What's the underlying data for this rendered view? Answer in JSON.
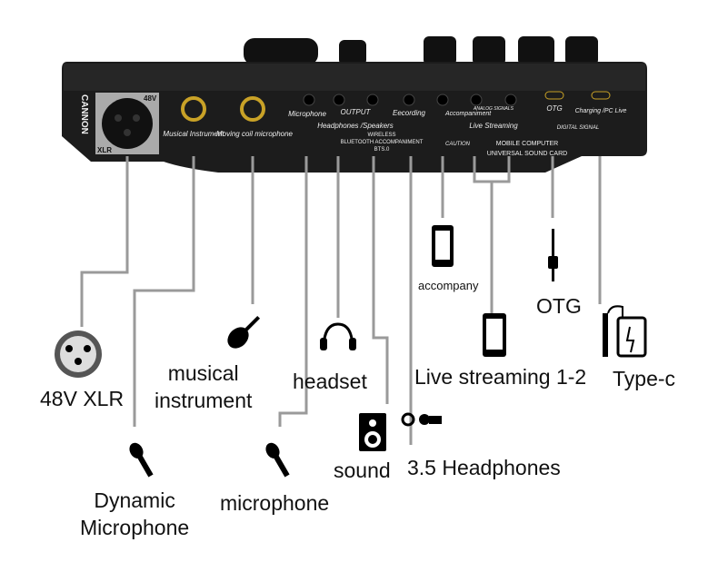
{
  "device": {
    "xlr_brand": "CANNON",
    "xlr_tag": "XLR",
    "phantom": "48V",
    "ports": [
      "Musical Instrument",
      "Moving coil microphone",
      "Microphone",
      "OUTPUT",
      "Headphones /Speakers",
      "Eecording",
      "Accompaniment",
      "ANALOG SIGNALS",
      "Live Streaming",
      "OTG",
      "Charging /PC Live",
      "DIGITAL SIGNAL"
    ],
    "wireless": [
      "WIRELESS",
      "BLUETOOTH ACCOMPANIMENT",
      "BTS.0"
    ],
    "caution": "CAUTION",
    "product": [
      "MOBILE COMPUTER",
      "UNIVERSAL SOUND CARD"
    ]
  },
  "labels": {
    "xlr": "48V XLR",
    "dynamic_mic": "Dynamic\nMicrophone",
    "musical": "musical\ninstrument",
    "microphone": "microphone",
    "headset": "headset",
    "sound": "sound",
    "headphones": "3.5 Headphones",
    "accompany": "accompany",
    "live": "Live streaming 1-2",
    "otg": "OTG",
    "typec": "Type-c"
  },
  "colors": {
    "device": "#1c1c1c",
    "line": "#9a9a9a",
    "gold": "#c9a227"
  }
}
